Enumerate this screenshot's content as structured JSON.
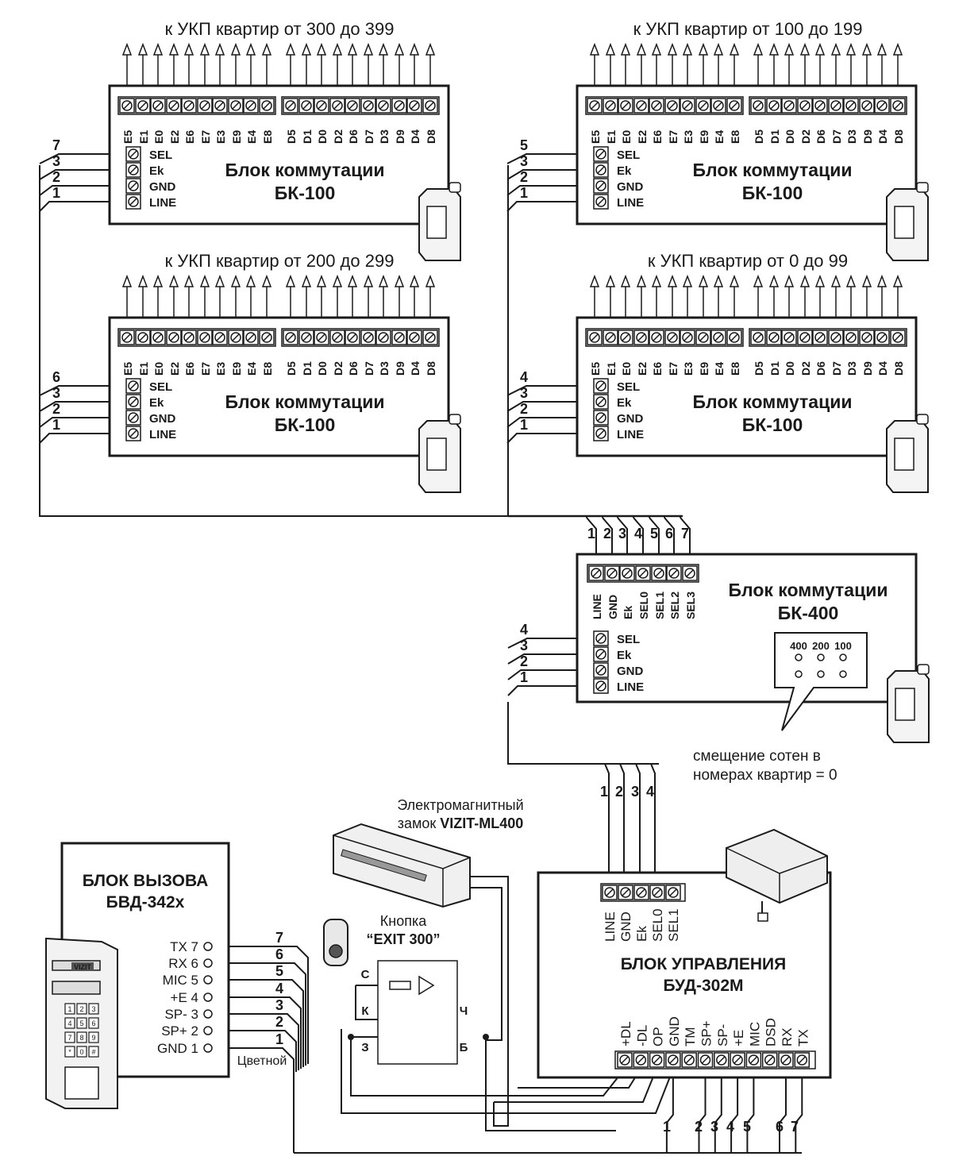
{
  "bk100_blocks": [
    {
      "title": "к УКП квартир от 300 до 399",
      "name": "Блок коммутации",
      "model": "БК-100",
      "wires": [
        "7",
        "3",
        "2",
        "1"
      ]
    },
    {
      "title": "к УКП квартир от 100 до 199",
      "name": "Блок коммутации",
      "model": "БК-100",
      "wires": [
        "5",
        "3",
        "2",
        "1"
      ]
    },
    {
      "title": "к УКП квартир от 200 до 299",
      "name": "Блок коммутации",
      "model": "БК-100",
      "wires": [
        "6",
        "3",
        "2",
        "1"
      ]
    },
    {
      "title": "к УКП квартир от 0 до 99",
      "name": "Блок коммутации",
      "model": "БК-100",
      "wires": [
        "4",
        "3",
        "2",
        "1"
      ]
    }
  ],
  "bk100_e_labels": [
    "E5",
    "E1",
    "E0",
    "E2",
    "E6",
    "E7",
    "E3",
    "E9",
    "E4",
    "E8"
  ],
  "bk100_d_labels": [
    "D5",
    "D1",
    "D0",
    "D2",
    "D6",
    "D7",
    "D3",
    "D9",
    "D4",
    "D8"
  ],
  "bk100_e_labels_alt": [
    "E5",
    "E1",
    "E0",
    "E2",
    "E6",
    "E7",
    "E3",
    "E9",
    "E4",
    "E8"
  ],
  "side_terminals": [
    "SEL",
    "Ek",
    "GND",
    "LINE"
  ],
  "bk400": {
    "name": "Блок коммутации",
    "model": "БК-400",
    "top_numbers": [
      "1",
      "2",
      "3",
      "4",
      "5",
      "6",
      "7"
    ],
    "top_labels": [
      "LINE",
      "GND",
      "Ek",
      "SEL0",
      "SEL1",
      "SEL2",
      "SEL3"
    ],
    "side_wires": [
      "4",
      "3",
      "2",
      "1"
    ],
    "dip_labels": [
      "400",
      "200",
      "100"
    ],
    "callout": [
      "смещение сотен в",
      "номерах квартир = 0"
    ]
  },
  "trunk_numbers": [
    "1",
    "2",
    "3",
    "4"
  ],
  "lock": {
    "line1": "Электромагнитный",
    "line2_prefix": "замок ",
    "line2_model": "VIZIT-ML400"
  },
  "button": {
    "line1": "Кнопка",
    "line2": "“EXIT 300”",
    "contacts": [
      "С",
      "К",
      "Ч",
      "З",
      "Б"
    ]
  },
  "bvd": {
    "name": "БЛОК ВЫЗОВА",
    "model": "БВД-342х",
    "pins": [
      "TX 7",
      "RX 6",
      "MIC 5",
      "+E 4",
      "SP- 3",
      "SP+ 2",
      "GND 1"
    ],
    "wire_numbers": [
      "7",
      "6",
      "5",
      "4",
      "3",
      "2",
      "1"
    ],
    "wire_note": "Цветной",
    "brand": "VIZIT",
    "keys": [
      "1",
      "2",
      "3",
      "4",
      "5",
      "6",
      "7",
      "8",
      "9",
      "*",
      "0",
      "#"
    ]
  },
  "bud": {
    "name": "БЛОК УПРАВЛЕНИЯ",
    "model": "БУД-302М",
    "top_labels": [
      "LINE",
      "GND",
      "Ek",
      "SEL0",
      "SEL1"
    ],
    "bottom_labels": [
      "+DL",
      "-DL",
      "OP",
      "GND",
      "TM",
      "SP+",
      "SP-",
      "+E",
      "MIC",
      "DSD",
      "RX",
      "TX"
    ],
    "bottom_numbers": [
      "1",
      "2",
      "3",
      "4",
      "5",
      "6",
      "7"
    ]
  }
}
